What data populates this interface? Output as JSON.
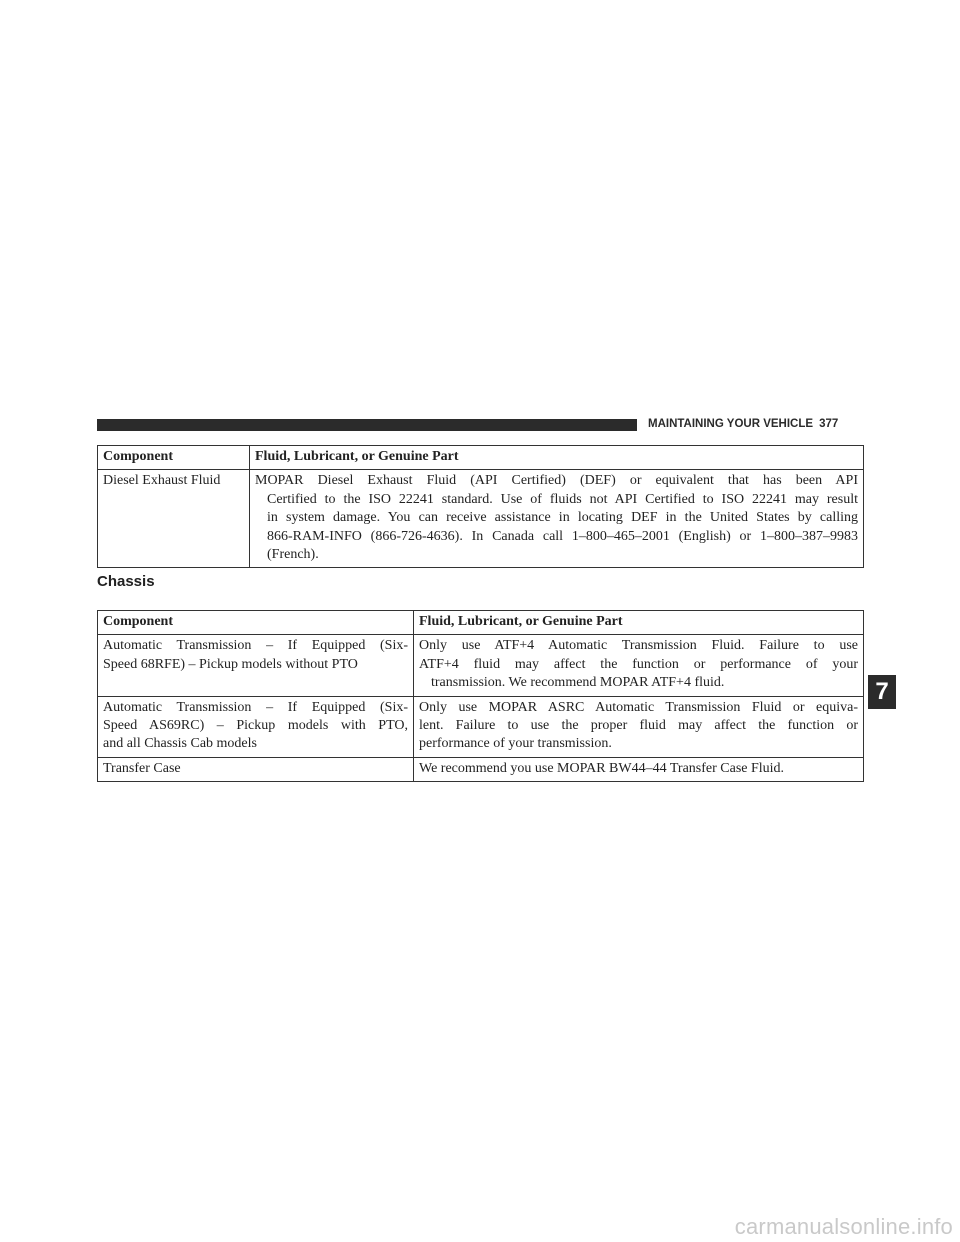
{
  "header": {
    "section_title": "MAINTAINING YOUR VEHICLE",
    "page_number": "377"
  },
  "table1": {
    "headers": [
      "Component",
      "Fluid, Lubricant, or Genuine Part"
    ],
    "rows": [
      {
        "component": "Diesel Exhaust Fluid",
        "lines": [
          "MOPAR Diesel Exhaust Fluid (API Certified) (DEF) or equivalent that has been API",
          "Certified to the ISO 22241 standard. Use of fluids not API Certified to ISO 22241 may result",
          "in system damage. You can receive assistance in locating DEF in the United States by calling",
          "866-RAM-INFO (866-726-4636). In Canada call 1–800–465–2001 (English) or 1–800–387–9983",
          "(French)."
        ]
      }
    ]
  },
  "section_heading": "Chassis",
  "table2": {
    "headers": [
      "Component",
      "Fluid, Lubricant, or Genuine Part"
    ],
    "rows": [
      {
        "component_lines": [
          "Automatic Transmission – If Equipped (Six-",
          "Speed 68RFE) – Pickup models without PTO"
        ],
        "fluid_lines": [
          "Only use ATF+4 Automatic Transmission Fluid. Failure to use",
          "ATF+4 fluid may affect the function or performance of your",
          "transmission. We recommend MOPAR ATF+4 fluid."
        ]
      },
      {
        "component_lines": [
          "Automatic Transmission – If Equipped (Six-",
          "Speed AS69RC) – Pickup models with PTO,",
          "and all Chassis Cab models"
        ],
        "fluid_lines": [
          "Only use MOPAR ASRC Automatic Transmission Fluid or equiva-",
          "lent. Failure to use the proper fluid may affect the function or",
          "performance of your transmission."
        ]
      },
      {
        "component_lines": [
          "Transfer Case"
        ],
        "fluid_lines": [
          "We recommend you use MOPAR BW44–44 Transfer Case Fluid."
        ]
      }
    ]
  },
  "chapter_tab": "7",
  "watermark": "carmanualsonline.info"
}
